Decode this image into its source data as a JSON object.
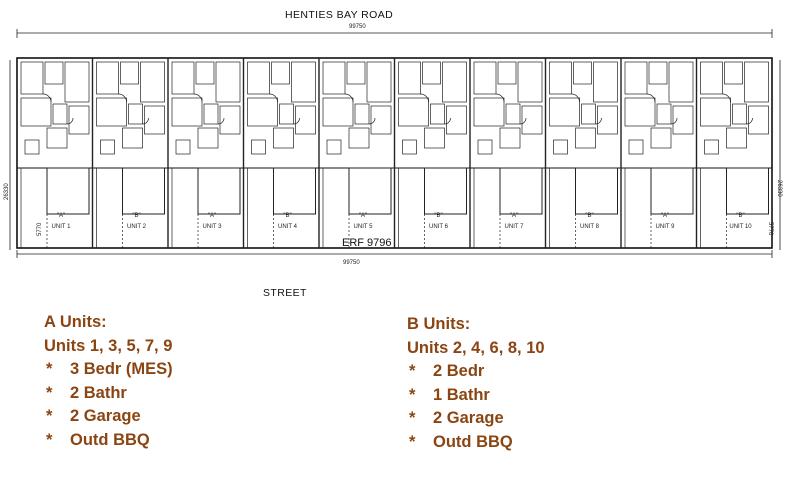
{
  "roads": {
    "top": "HENTIES BAY ROAD",
    "bottom": "STREET"
  },
  "plan": {
    "erf": "ERF 9796",
    "dimensions": {
      "top": "99750",
      "bottom": "99750",
      "left": "26330",
      "right": "26330",
      "left_lower": "5770",
      "right_lower": "5770"
    },
    "units": [
      {
        "type": "\"A\"",
        "name": "UNIT 1"
      },
      {
        "type": "\"B\"",
        "name": "UNIT 2"
      },
      {
        "type": "\"A\"",
        "name": "UNIT 3"
      },
      {
        "type": "\"B\"",
        "name": "UNIT 4"
      },
      {
        "type": "\"A\"",
        "name": "UNIT 5"
      },
      {
        "type": "\"B\"",
        "name": "UNIT 6"
      },
      {
        "type": "\"A\"",
        "name": "UNIT 7"
      },
      {
        "type": "\"B\"",
        "name": "UNIT 8"
      },
      {
        "type": "\"A\"",
        "name": "UNIT 9"
      },
      {
        "type": "\"B\"",
        "name": "UNIT 10"
      }
    ]
  },
  "legend": {
    "a": {
      "title": "A Units:",
      "units": "Units 1, 3, 5, 7, 9",
      "items": [
        "3 Bedr (MES)",
        "2 Bathr",
        "2 Garage",
        "Outd BBQ"
      ]
    },
    "b": {
      "title": "B Units:",
      "units": "Units 2, 4, 6, 8, 10",
      "items": [
        "2 Bedr",
        "1 Bathr",
        "2 Garage",
        "Outd BBQ"
      ]
    }
  }
}
